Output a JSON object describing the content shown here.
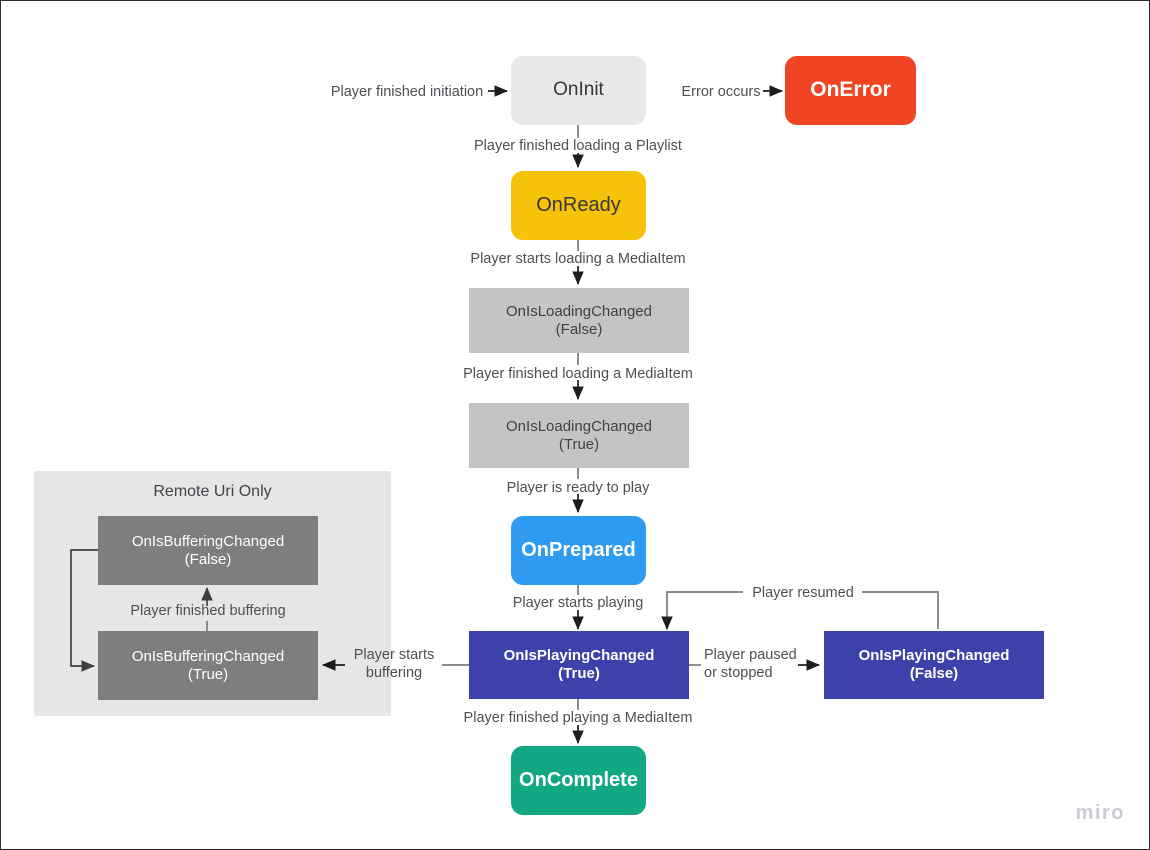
{
  "diagram": {
    "title": "Player lifecycle state diagram",
    "watermark": "miro",
    "group": {
      "name": "remote-uri-only-group",
      "title": "Remote Uri Only"
    },
    "nodes": [
      {
        "id": "on-init",
        "label": "OnInit",
        "color": "#e9e9e9",
        "text_color": "#33383d"
      },
      {
        "id": "on-error",
        "label": "OnError",
        "color": "#f04423",
        "text_color": "#ffffff"
      },
      {
        "id": "on-ready",
        "label": "OnReady",
        "color": "#f7c20a",
        "text_color": "#33383d"
      },
      {
        "id": "on-is-loading-false",
        "label": "OnIsLoadingChanged\n(False)",
        "color": "#c4c4c4",
        "text_color": "#3d4246"
      },
      {
        "id": "on-is-loading-true",
        "label": "OnIsLoadingChanged\n(True)",
        "color": "#c4c4c4",
        "text_color": "#3d4246"
      },
      {
        "id": "on-prepared",
        "label": "OnPrepared",
        "color": "#2e9bf0",
        "text_color": "#ffffff"
      },
      {
        "id": "on-is-playing-true",
        "label": "OnIsPlayingChanged\n(True)",
        "color": "#3d41aa",
        "text_color": "#ffffff"
      },
      {
        "id": "on-is-playing-false",
        "label": "OnIsPlayingChanged\n(False)",
        "color": "#3d41aa",
        "text_color": "#ffffff"
      },
      {
        "id": "on-complete",
        "label": "OnComplete",
        "color": "#13a884",
        "text_color": "#ffffff"
      },
      {
        "id": "on-is-buffering-false",
        "label": "OnIsBufferingChanged\n(False)",
        "color": "#7e7e7e",
        "text_color": "#ffffff"
      },
      {
        "id": "on-is-buffering-true",
        "label": "OnIsBufferingChanged\n(True)",
        "color": "#7e7e7e",
        "text_color": "#ffffff"
      }
    ],
    "edges": [
      {
        "id": "e-init",
        "label": "Player finished initiation",
        "from": "",
        "to": "on-init"
      },
      {
        "id": "e-error",
        "label": "Error occurs",
        "from": "",
        "to": "on-error"
      },
      {
        "id": "e-playlist",
        "label": "Player finished loading a Playlist",
        "from": "on-init",
        "to": "on-ready"
      },
      {
        "id": "e-start-load",
        "label": "Player starts loading a MediaItem",
        "from": "on-ready",
        "to": "on-is-loading-false"
      },
      {
        "id": "e-finish-load",
        "label": "Player finished loading a MediaItem",
        "from": "on-is-loading-false",
        "to": "on-is-loading-true"
      },
      {
        "id": "e-ready-play",
        "label": "Player is ready to play",
        "from": "on-is-loading-true",
        "to": "on-prepared"
      },
      {
        "id": "e-start-playing",
        "label": "Player starts playing",
        "from": "on-prepared",
        "to": "on-is-playing-true"
      },
      {
        "id": "e-paused",
        "label": "Player paused\nor stopped",
        "from": "on-is-playing-true",
        "to": "on-is-playing-false"
      },
      {
        "id": "e-resumed",
        "label": "Player resumed",
        "from": "on-is-playing-false",
        "to": "on-is-playing-true"
      },
      {
        "id": "e-finish-playing",
        "label": "Player finished playing a MediaItem",
        "from": "on-is-playing-true",
        "to": "on-complete"
      },
      {
        "id": "e-start-buffering",
        "label": "Player starts\nbuffering",
        "from": "on-is-playing-true",
        "to": "on-is-buffering-true"
      },
      {
        "id": "e-finish-buffering",
        "label": "Player finished buffering",
        "from": "on-is-buffering-true",
        "to": "on-is-buffering-false"
      },
      {
        "id": "e-buffer-loop",
        "label": "",
        "from": "on-is-buffering-false",
        "to": "on-is-buffering-true"
      }
    ]
  }
}
